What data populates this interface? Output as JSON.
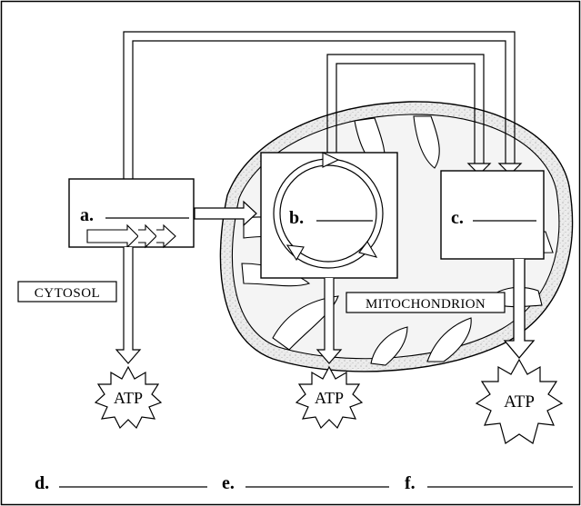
{
  "labels": {
    "a": "a.",
    "b": "b.",
    "c": "c.",
    "d": "d.",
    "e": "e.",
    "f": "f."
  },
  "regions": {
    "cytosol": "CYTOSOL",
    "mitochondrion": "MITOCHONDRION"
  },
  "atp": {
    "left": "ATP",
    "middle": "ATP",
    "right": "ATP"
  }
}
